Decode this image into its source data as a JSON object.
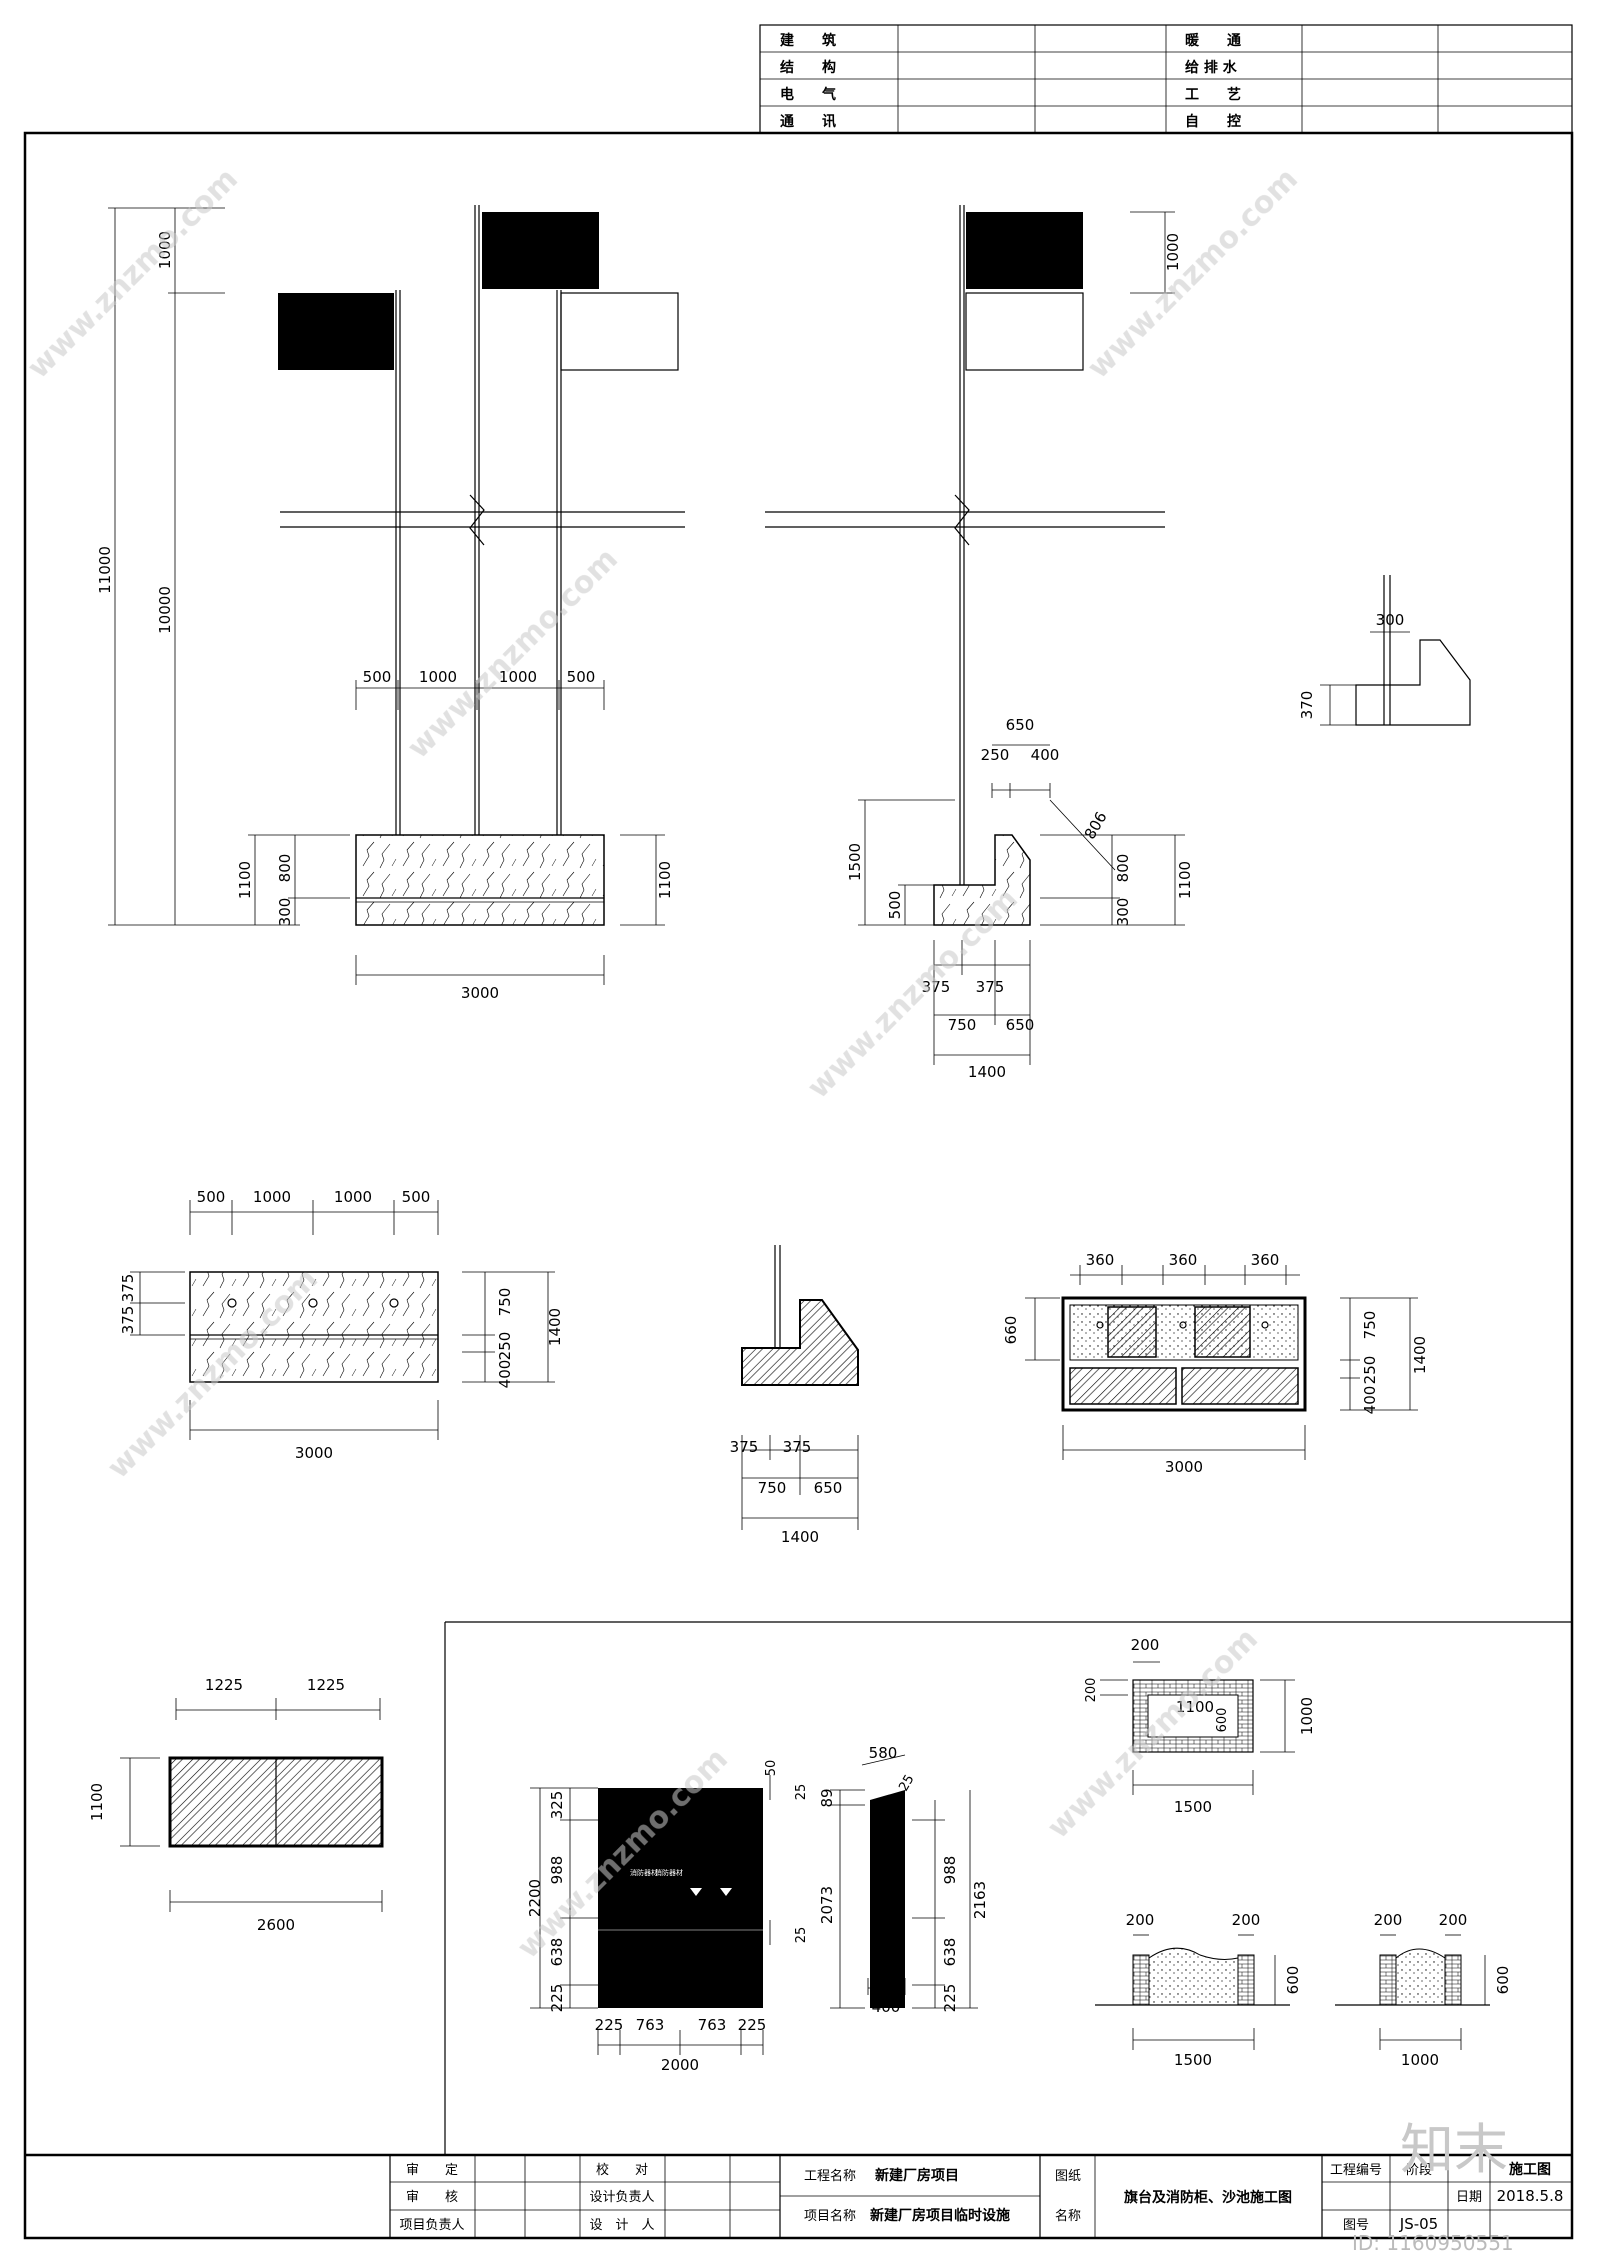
{
  "discipline_table": {
    "rows": [
      {
        "left": "建　　筑",
        "right": "暖　　通"
      },
      {
        "left": "结　　构",
        "right": "给 排 水"
      },
      {
        "left": "电　　气",
        "right": "工　　艺"
      },
      {
        "left": "通　　讯",
        "right": "自　　控"
      }
    ]
  },
  "flagpole_elevation": {
    "heights": [
      "1000",
      "10000",
      "11000"
    ],
    "spacing": [
      "500",
      "1000",
      "1000",
      "500"
    ],
    "base_heights": [
      "1100",
      "800",
      "300",
      "1100"
    ],
    "width": "3000"
  },
  "flagpole_side": {
    "top": "1000",
    "step_top": [
      "650",
      "250",
      "400"
    ],
    "slope": "806",
    "left_dims": [
      "1500",
      "500"
    ],
    "right_dims": [
      "800",
      "300",
      "1100"
    ],
    "bottom_dims": [
      "375",
      "375",
      "750",
      "650",
      "1400"
    ]
  },
  "detail_small": {
    "dims": [
      "300",
      "370"
    ]
  },
  "flag_plan": {
    "top_dims": [
      "500",
      "1000",
      "1000",
      "500"
    ],
    "left_dims": [
      "375",
      "375"
    ],
    "right_dims": [
      "750",
      "250",
      "400",
      "1400"
    ],
    "width": "3000"
  },
  "section_small": {
    "dims": [
      "375",
      "375",
      "750",
      "650",
      "1400"
    ]
  },
  "rebar_plan": {
    "top_dims": [
      "360",
      "360",
      "360"
    ],
    "left_dim": "660",
    "right_dims": [
      "750",
      "250",
      "400",
      "1400"
    ],
    "width": "3000"
  },
  "sand_pool": {
    "top_dims": [
      "1225",
      "1225"
    ],
    "left_dim": "1100",
    "width": "2600"
  },
  "cabinet_front": {
    "left_dims": [
      "2200",
      "325",
      "988",
      "638",
      "225"
    ],
    "right_dims": [
      "50",
      "25",
      "25"
    ],
    "bottom_dims": [
      "225",
      "763",
      "763",
      "225",
      "2000"
    ],
    "door_labels": [
      "消防器材",
      "消防器材"
    ]
  },
  "cabinet_side": {
    "top_dims": [
      "580",
      "25"
    ],
    "left_dims": [
      "89",
      "2073"
    ],
    "right_dims": [
      "988",
      "638",
      "225",
      "2163"
    ],
    "width": "400"
  },
  "pool_plan": {
    "dims": [
      "200",
      "1100",
      "600",
      "1000",
      "1500"
    ]
  },
  "pool_section_a": {
    "dims": [
      "200",
      "200",
      "600",
      "1500"
    ]
  },
  "pool_section_b": {
    "dims": [
      "200",
      "200",
      "600",
      "1000"
    ]
  },
  "title_block": {
    "sign_rows": [
      {
        "role": "审　　定",
        "role2": "校　　对"
      },
      {
        "role": "审　　核",
        "role2": "设计负责人"
      },
      {
        "role": "项目负责人",
        "role2": "设　计　人"
      }
    ],
    "project_label": "工程名称",
    "project_name": "新建厂房项目",
    "item_label": "项目名称",
    "item_name": "新建厂房项目临时设施",
    "drawing_label_1": "图纸",
    "drawing_label_2": "名称",
    "drawing_title": "旗台及消防柜、沙池施工图",
    "project_no_label": "工程编号",
    "stage_label": "阶段",
    "stage": "施工图",
    "date_label": "日期",
    "date": "2018.5.8",
    "sheet_label": "图号",
    "sheet_no": "JS-05"
  },
  "watermark": {
    "brand": "知末",
    "id_text": "ID: 1160950551",
    "site": "www.znzmo.com"
  }
}
